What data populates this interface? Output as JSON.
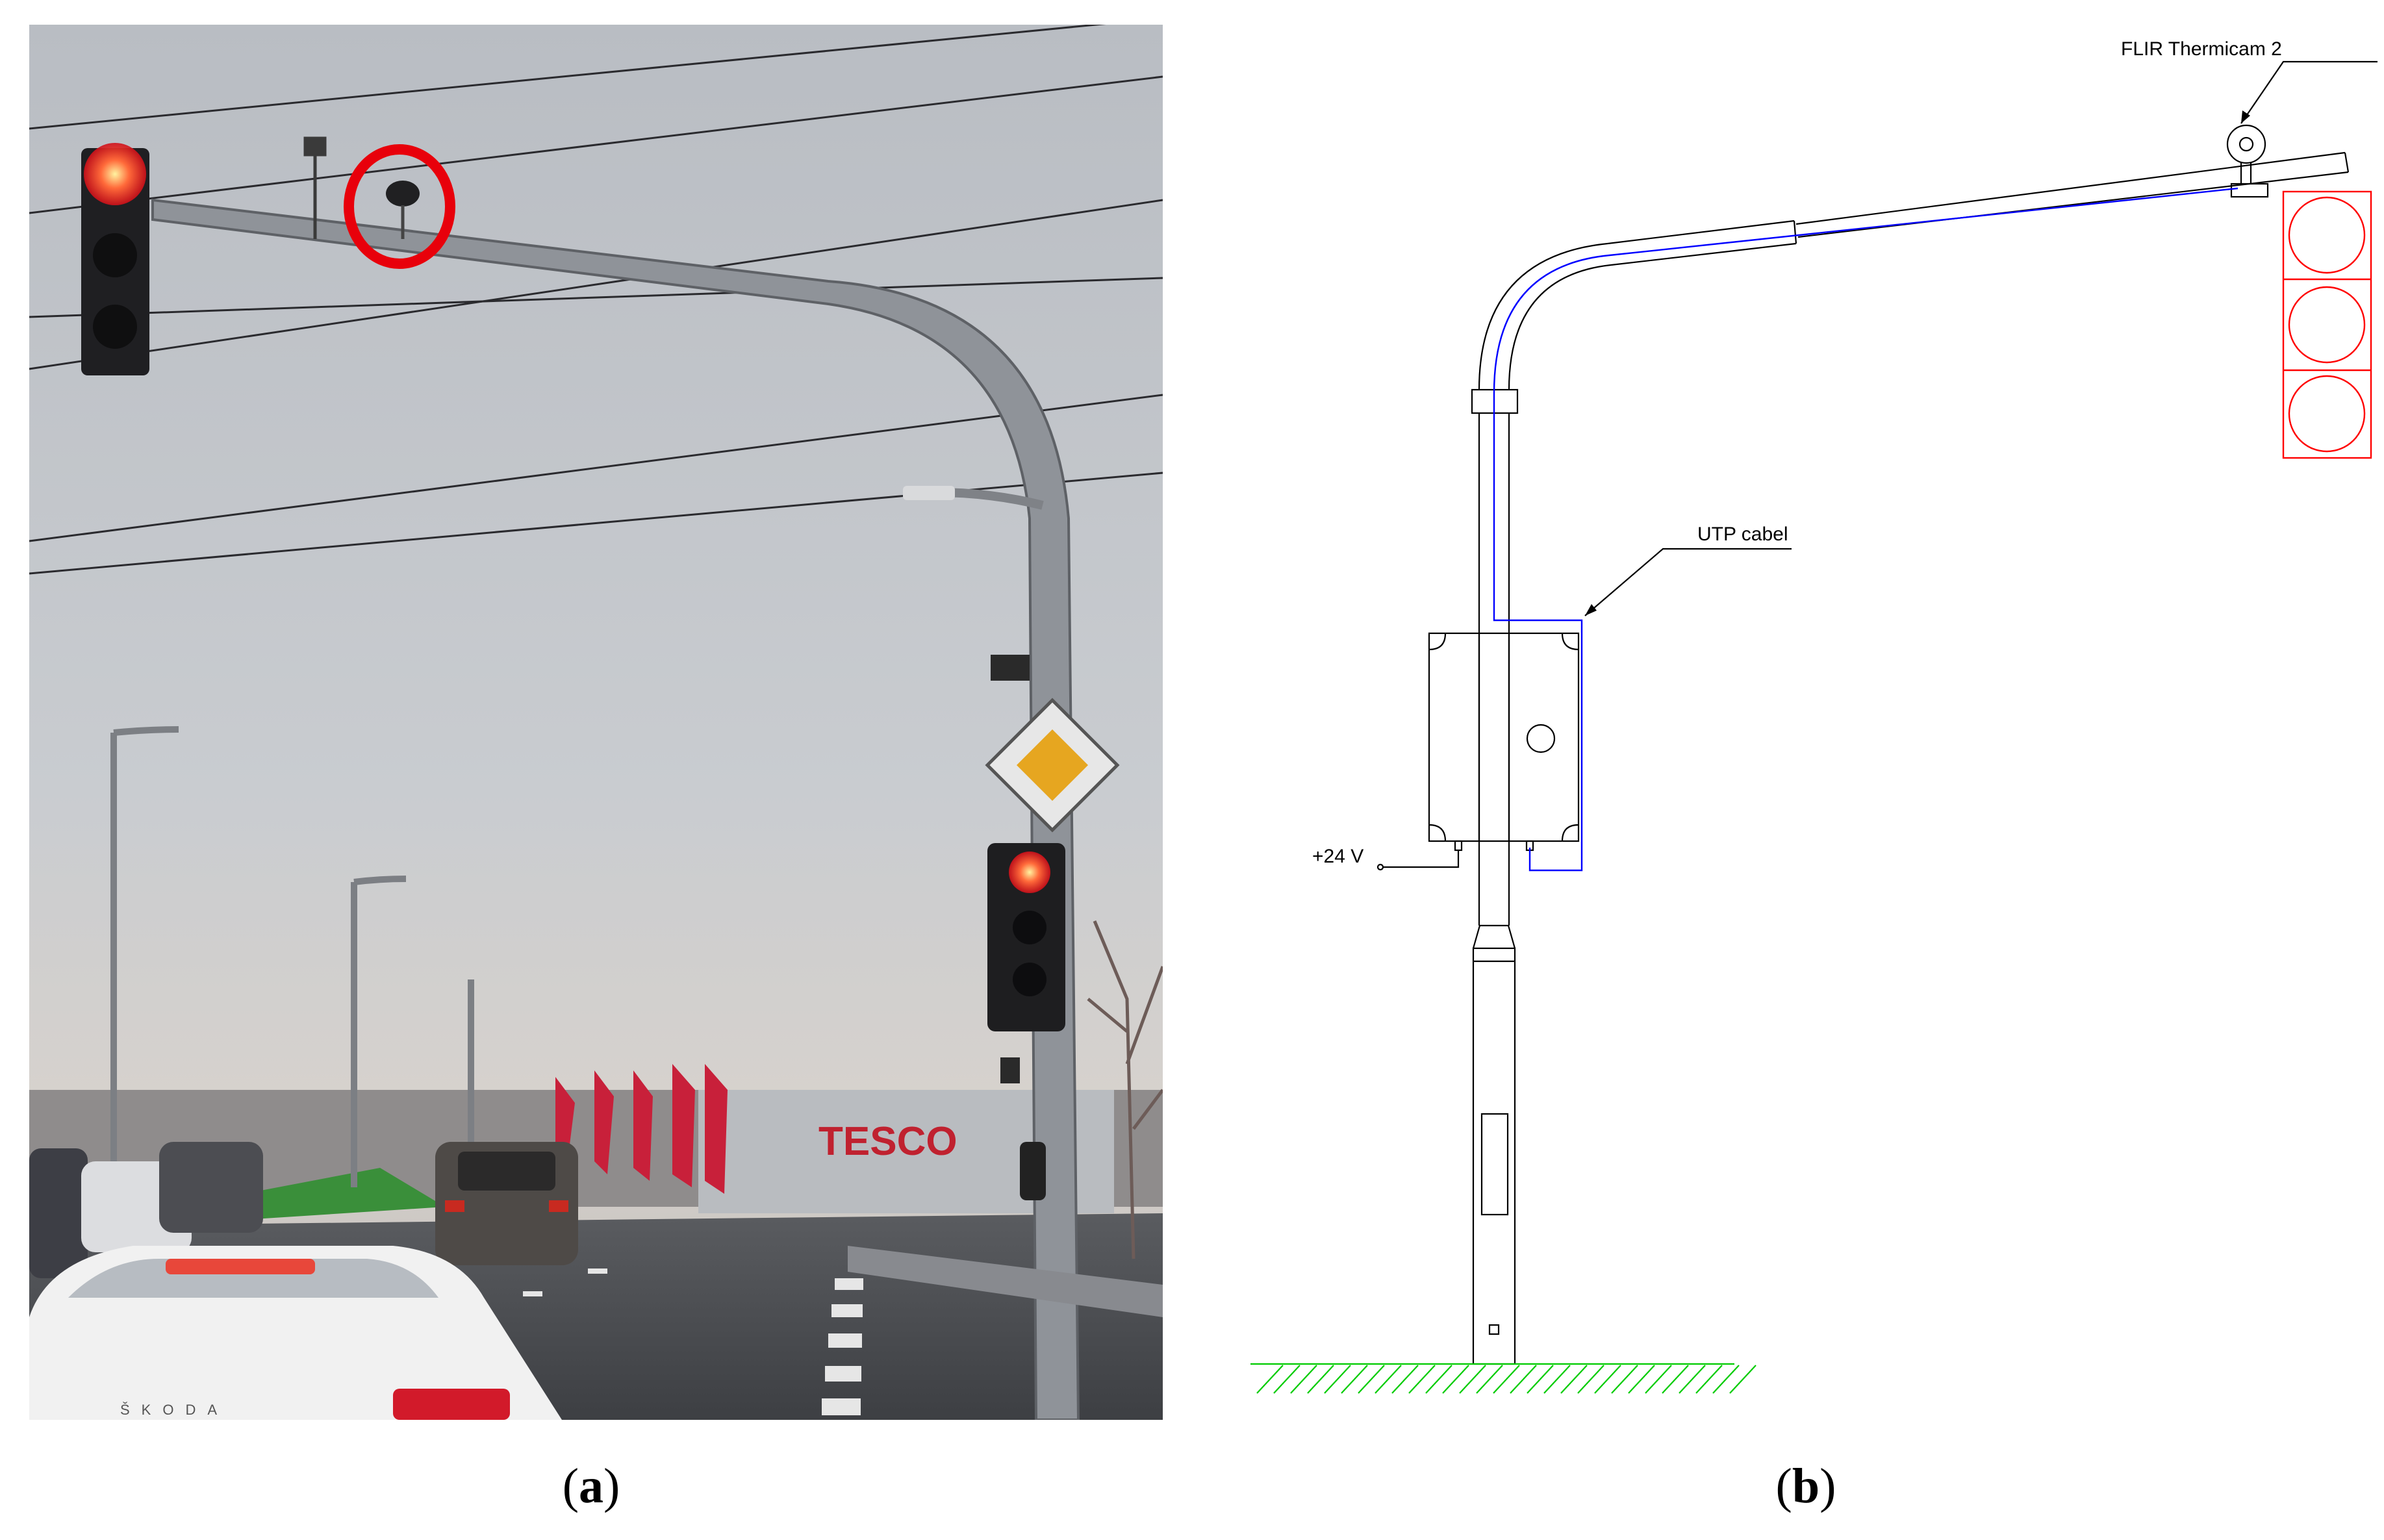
{
  "panel_a": {
    "caption_letter": "a",
    "scene_text": {
      "store_sign": "TESCO",
      "car_badge": "ŠKODA"
    },
    "colors": {
      "highlight_circle": "#e8000b",
      "sky": "#c4c8cd"
    }
  },
  "panel_b": {
    "caption_letter": "b",
    "labels": {
      "camera": "FLIR Thermicam 2",
      "cable": "UTP cabel",
      "power": "+24 V"
    },
    "colors": {
      "structure": "#000000",
      "cable": "#0000ff",
      "signal_head": "#ff0000",
      "ground": "#00cc00"
    }
  }
}
